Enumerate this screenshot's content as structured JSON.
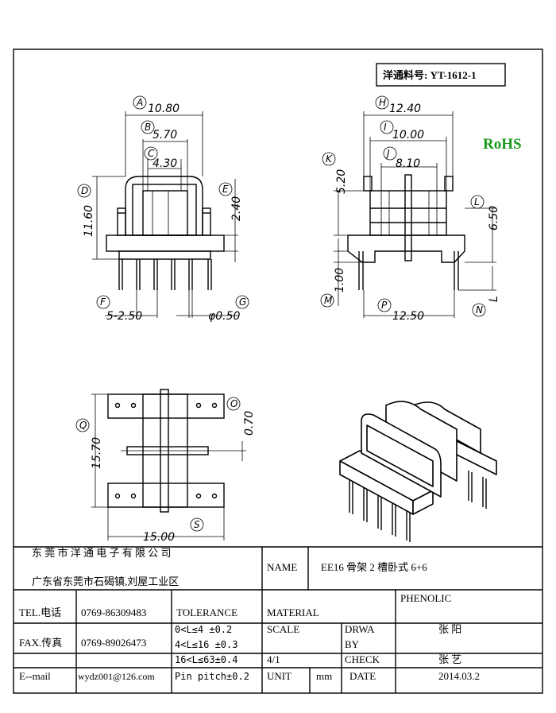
{
  "part_label": "洋通料号: YT-1612-1",
  "rohs": "RoHS",
  "dims": {
    "A": "A",
    "dA": "10.80",
    "B": "B",
    "dB": "5.70",
    "C": "C",
    "dC": "4.30",
    "D": "D",
    "dD": "11.60",
    "E": "E",
    "dE": "2.40",
    "F": "F",
    "dF": "5-2.50",
    "G": "G",
    "dG": "φ0.50",
    "H": "H",
    "dH": "12.40",
    "I": "I",
    "dI": "10.00",
    "J": "J",
    "dJ": "8.10",
    "K": "K",
    "dK": "5.20",
    "L": "L",
    "dL": "6.50",
    "M": "M",
    "dM": "1.00",
    "N": "N",
    "dN": "L",
    "P": "P",
    "dP": "12.50",
    "O": "O",
    "dO": "0.70",
    "Q": "Q",
    "dQ": "15.70",
    "S": "S",
    "dS": "15.00"
  },
  "title_block": {
    "company": "东 莞 市 洋 通 电 子 有 限 公 司",
    "address": "广东省东莞市石碣镇,刘屋工业区",
    "name_label": "NAME",
    "name_value": "EE16 骨架 2 槽卧式 6+6",
    "tel_label": "TEL.电话",
    "tel_value": "0769-86309483",
    "fax_label": "FAX.传真",
    "fax_value": "0769-89026473",
    "email_label": "E--mail",
    "email_value": "wydz001@126.com",
    "tolerance_label": "TOLERANCE",
    "tol1": "0<L≤4   ±0.2",
    "tol2": "4<L≤16  ±0.3",
    "tol3": "16<L≤63±0.4",
    "tol4": "Pin pitch±0.2",
    "material_label": "MATERIAL",
    "material_value": "PHENOLIC",
    "scale_label": "SCALE",
    "scale_value": "4/1",
    "drawby_label1": "DRWA",
    "drawby_label2": "BY",
    "drawby_value": "张 阳",
    "check_label": "CHECK",
    "check_value": "张 艺",
    "unit_label": "UNIT",
    "unit_value": "mm",
    "date_label": "DATE",
    "date_value": "2014.03.2"
  }
}
